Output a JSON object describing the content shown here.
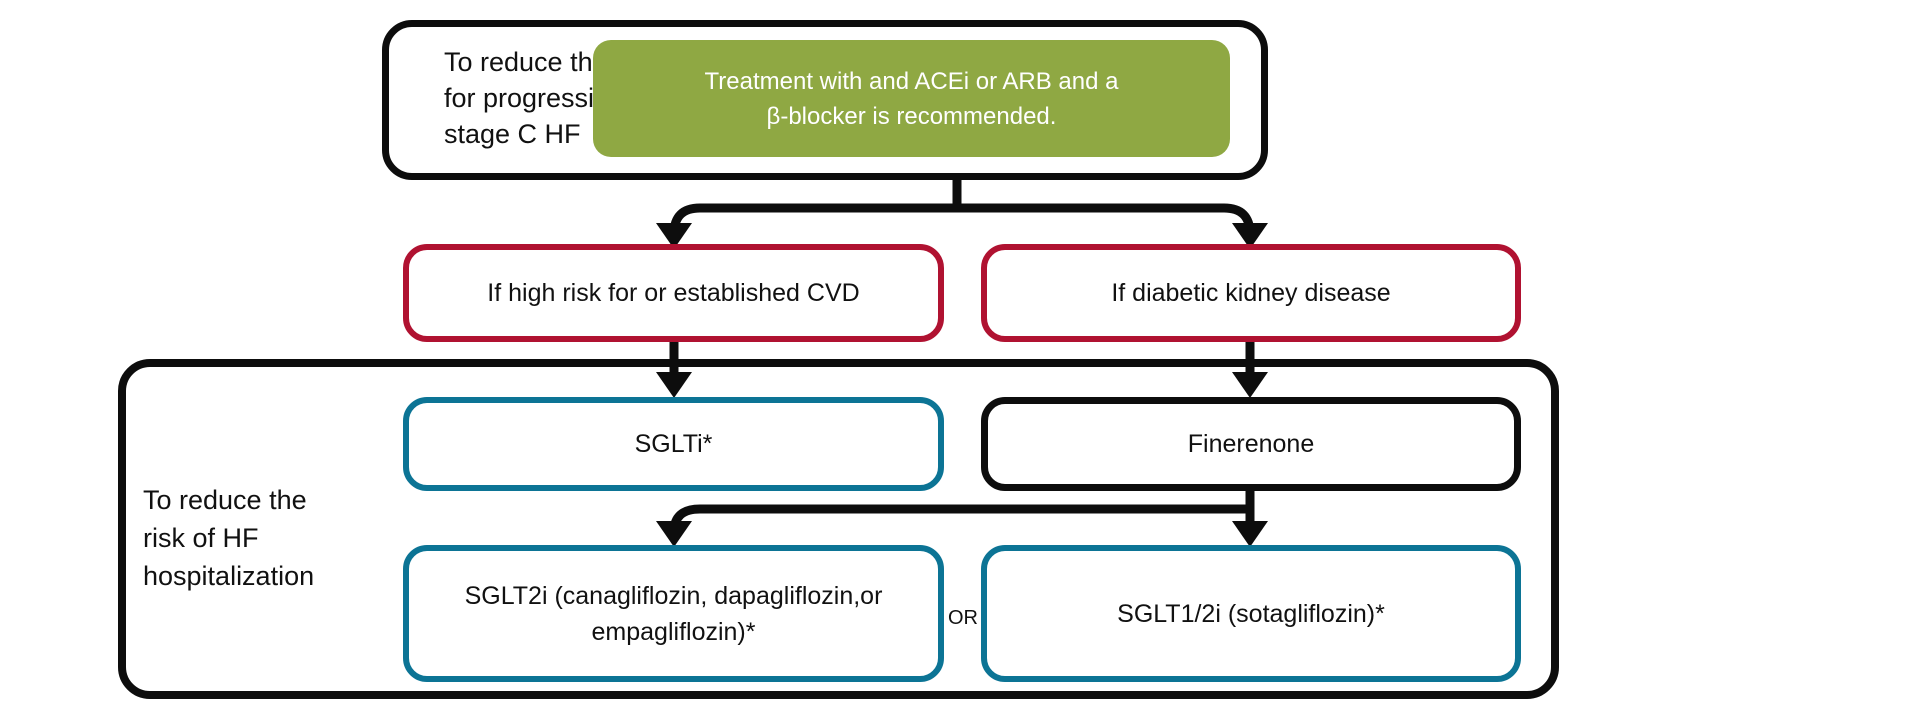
{
  "colors": {
    "green": "#8FA843",
    "crimson": "#B01231",
    "teal": "#0C7495",
    "line": "#0D0D0D"
  },
  "stage_progression": {
    "label": "To reduce the risk\nfor progression to\nstage C HF",
    "recommendation": "Treatment with and ACEi or ARB and a\nβ-blocker is recommended."
  },
  "conditions": {
    "cvd": "If high risk for or established CVD",
    "dkd": "If diabetic kidney disease"
  },
  "hospitalization": {
    "label": "To reduce the\nrisk of HF\nhospitalization",
    "sglti": "SGLTi*",
    "finerenone": "Finerenone",
    "sglt2i": "SGLT2i (canagliflozin, dapagliflozin,or\nempagliflozin)*",
    "or": "OR",
    "sglt12i": "SGLT1/2i (sotagliflozin)*"
  }
}
